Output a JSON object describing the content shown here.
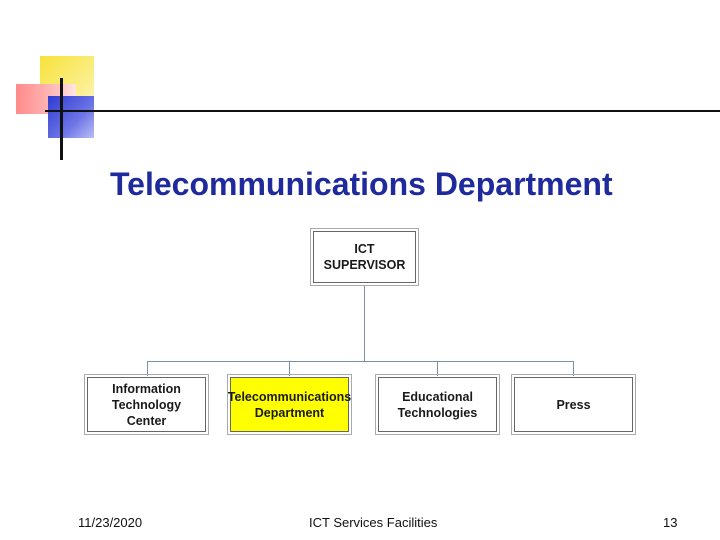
{
  "slide": {
    "title": "Telecommunications Department"
  },
  "org_chart": {
    "top": {
      "label": "ICT SUPERVISOR"
    },
    "children": [
      {
        "label": "Information Technology Center",
        "highlighted": false
      },
      {
        "label": "Telecommunications Department",
        "highlighted": true
      },
      {
        "label": "Educational Technologies",
        "highlighted": false
      },
      {
        "label": "Press",
        "highlighted": false
      }
    ],
    "highlight_color": "#ffff00"
  },
  "footer": {
    "date": "11/23/2020",
    "center_text": "ICT Services  Facilities",
    "page_number": "13"
  },
  "colors": {
    "title": "#1f2a9c",
    "accent_yellow": "#f7e23a",
    "accent_red": "#ff8a8a",
    "accent_blue": "#2e3ad0"
  }
}
